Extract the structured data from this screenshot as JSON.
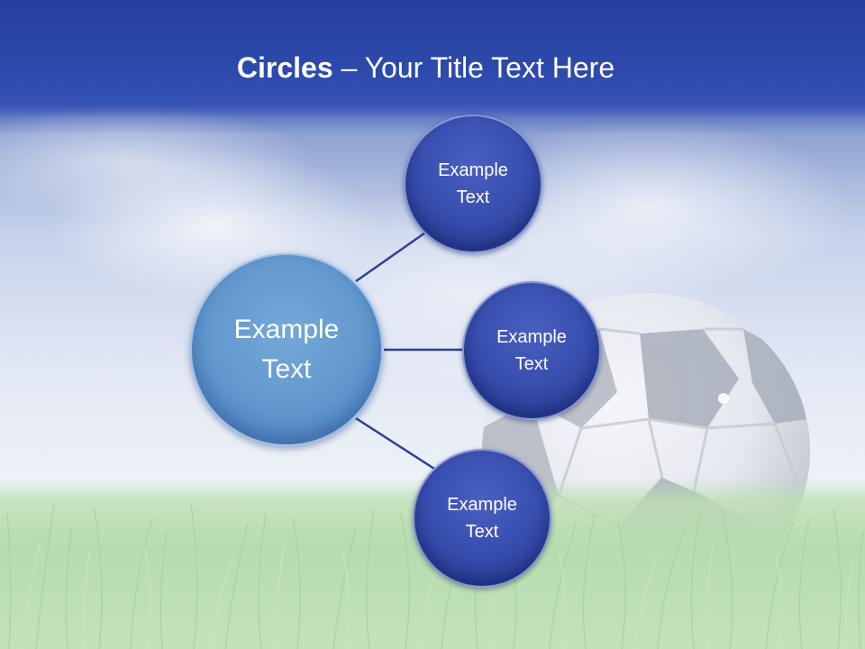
{
  "title": {
    "bold": "Circles",
    "rest": " – Your Title Text Here"
  },
  "diagram": {
    "center": {
      "label": "Example\nText"
    },
    "branches": [
      {
        "label": "Example\nText"
      },
      {
        "label": "Example\nText"
      },
      {
        "label": "Example\nText"
      }
    ]
  },
  "colors": {
    "title_band": "#2f4cae",
    "center_circle": "#6399cf",
    "branch_circle": "#3a50b0",
    "connector": "#2c3f9c"
  }
}
